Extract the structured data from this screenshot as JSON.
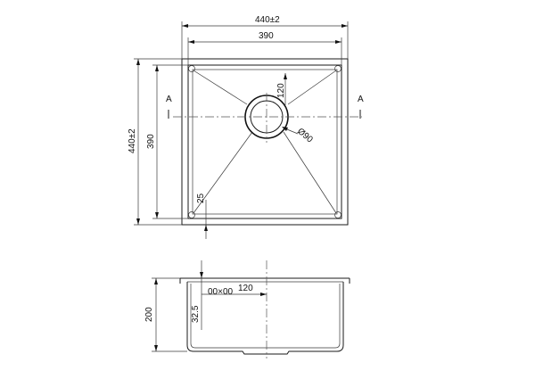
{
  "plan_view": {
    "outer_width_label": "440±2",
    "inner_width_label": "390",
    "outer_height_label": "440±2",
    "inner_height_label": "390",
    "drain_offset_label": "120",
    "drain_diameter_label": "Ø90",
    "corner_radius_label": "25",
    "section_marker_left": "A",
    "section_marker_right": "A"
  },
  "section_view": {
    "depth_label": "200",
    "rim_offset_label": "32.5",
    "drain_distance_label": "120",
    "detail_label": "00×00"
  }
}
